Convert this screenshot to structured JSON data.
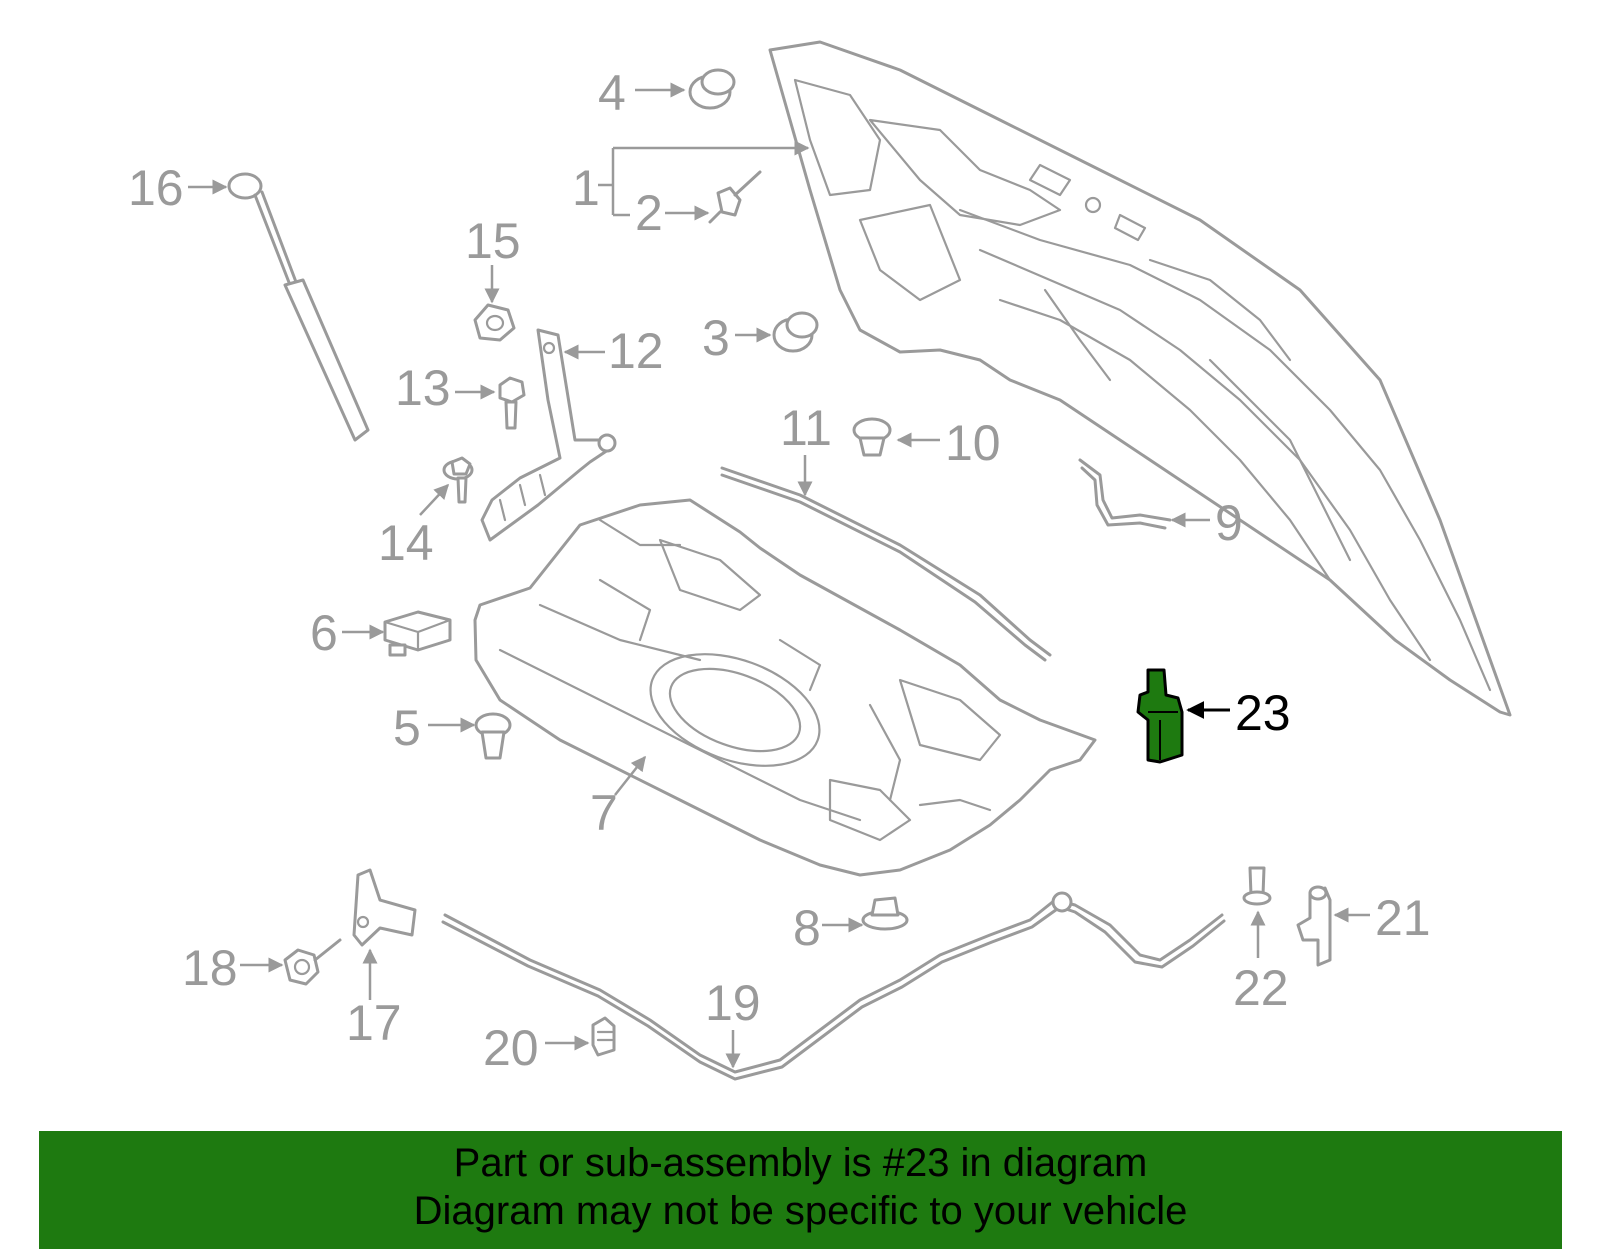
{
  "labels": {
    "p1": "1",
    "p2": "2",
    "p3": "3",
    "p4": "4",
    "p5": "5",
    "p6": "6",
    "p7": "7",
    "p8": "8",
    "p9": "9",
    "p10": "10",
    "p11": "11",
    "p12": "12",
    "p13": "13",
    "p14": "14",
    "p15": "15",
    "p16": "16",
    "p17": "17",
    "p18": "18",
    "p19": "19",
    "p20": "20",
    "p21": "21",
    "p22": "22",
    "p23": "23"
  },
  "highlighted_part": "23",
  "colors": {
    "line": "#9a9a9a",
    "highlight_fill": "#1e7a10",
    "banner": "#1e7a10",
    "text": "#000000"
  },
  "banner": {
    "line1": "Part or sub-assembly is #23 in diagram",
    "line2": "Diagram may not be specific to your vehicle"
  }
}
